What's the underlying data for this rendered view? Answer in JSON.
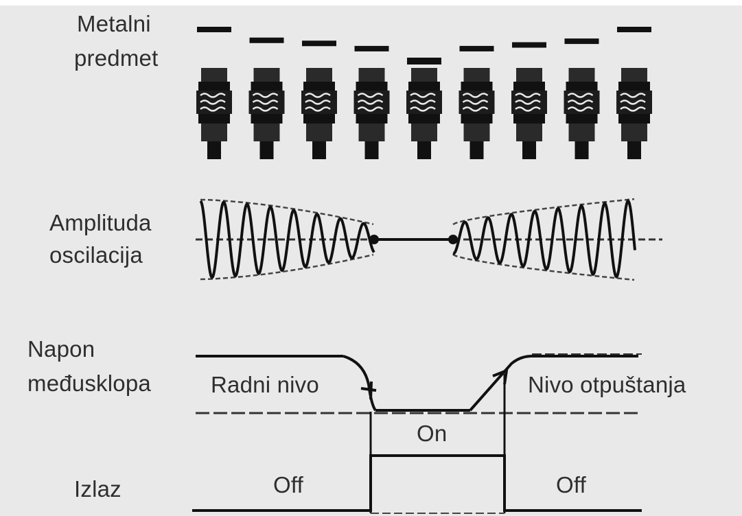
{
  "labels": {
    "metal_object_line1": "Metalni",
    "metal_object_line2": "predmet",
    "amplitude_line1": "Amplituda",
    "amplitude_line2": "oscilacija",
    "voltage_line1": "Napon",
    "voltage_line2": "međusklopa",
    "operate_level": "Radni nivo",
    "release_level": "Nivo otpuštanja",
    "on_state": "On",
    "output": "Izlaz",
    "off_left": "Off",
    "off_right": "Off"
  },
  "diagram": {
    "sensor_count": 9,
    "target_proximity": [
      0.0,
      0.35,
      0.45,
      0.62,
      1.0,
      0.62,
      0.5,
      0.38,
      0.0
    ],
    "colors": {
      "ink": "#111111",
      "background": "#e9e9e9",
      "text": "#2e2e2e"
    }
  }
}
